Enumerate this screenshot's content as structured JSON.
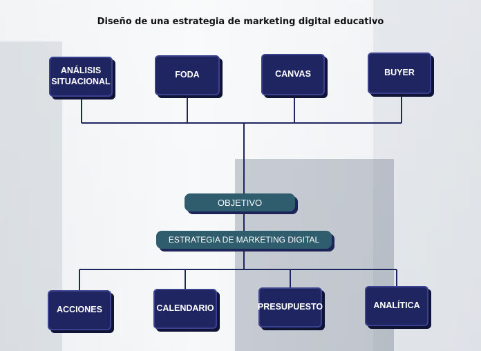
{
  "title": "Diseño de una estrategia de marketing digital educativo",
  "top_nodes": [
    "ANÁLISIS SITUACIONAL",
    "FODA",
    "CANVAS",
    "BUYER"
  ],
  "center": {
    "objetivo": "OBJETIVO",
    "estrategia": "ESTRATEGIA DE MARKETING DIGITAL"
  },
  "bottom_nodes": [
    "ACCIONES",
    "CALENDARIO",
    "PRESUPUESTO",
    "ANALÍTICA"
  ],
  "colors": {
    "node": "#1f2560",
    "pill": "#2f5d6e",
    "line": "#1f2560"
  }
}
